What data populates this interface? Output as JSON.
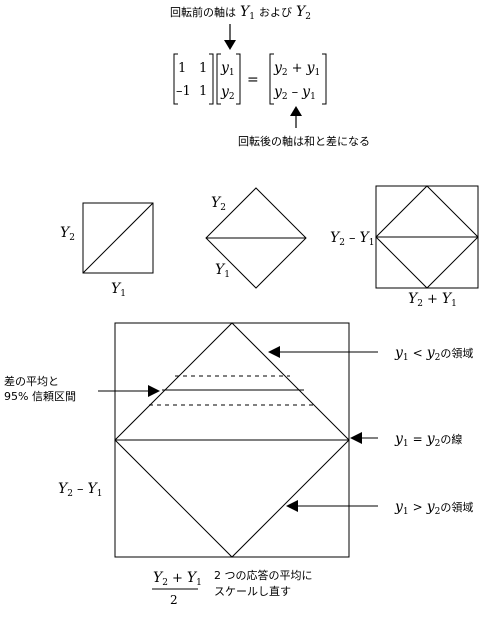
{
  "top_annotation": {
    "prefix": "回転前の軸は",
    "mid": "および"
  },
  "bottom_annotation": "回転後の軸は和と差になる",
  "matrix": {
    "a11": "1",
    "a12": "1",
    "a21": "–1",
    "a22": "1",
    "eq": "=",
    "plus": "+",
    "minus": "–"
  },
  "sym": {
    "Y": "Y",
    "y": "y",
    "one": "1",
    "two": "2",
    "plus": "+",
    "minus": "–",
    "lt": "<",
    "eq": "=",
    "gt": ">"
  },
  "region_suffix": "の領域",
  "line_suffix": "の線",
  "mean_diff_label": {
    "line1": "差の平均と",
    "line2": "95% 信頼区間"
  },
  "x_denominator": "2",
  "x_caption": {
    "line1": "2 つの応答の平均に",
    "line2": "スケールし直す"
  }
}
